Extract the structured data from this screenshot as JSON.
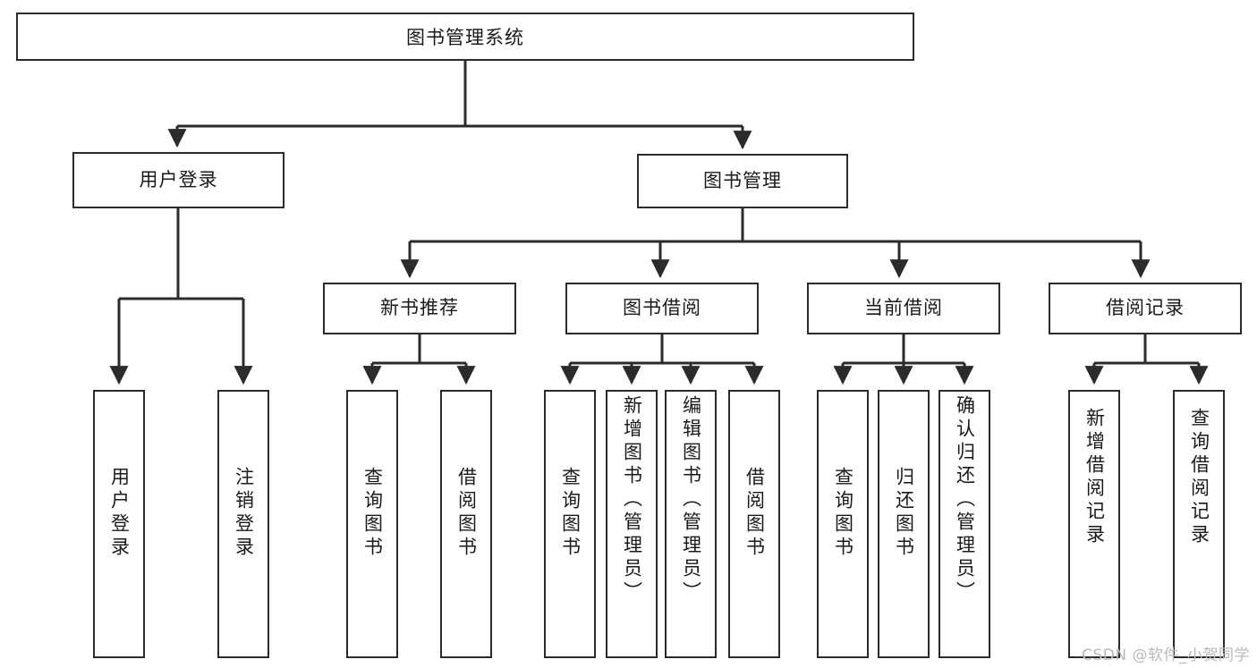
{
  "diagram": {
    "title": "图书管理系统",
    "type": "tree-hierarchy-chart",
    "watermark": "CSDN @软件_小贺同学",
    "colors": {
      "stroke": "#2b2b2b",
      "fill": "#ffffff",
      "text": "#1a1a1a",
      "watermark": "#b9b9b9"
    },
    "root": {
      "label": "图书管理系统"
    },
    "level2": [
      {
        "label": "用户登录"
      },
      {
        "label": "图书管理"
      }
    ],
    "level3": [
      {
        "label": "新书推荐"
      },
      {
        "label": "图书借阅"
      },
      {
        "label": "当前借阅"
      },
      {
        "label": "借阅记录"
      }
    ],
    "leaves": {
      "user_login": [
        {
          "label": "用户登录"
        },
        {
          "label": "注销登录"
        }
      ],
      "new_book_recommend": [
        {
          "label": "查询图书"
        },
        {
          "label": "借阅图书"
        }
      ],
      "book_borrow": [
        {
          "label": "查询图书"
        },
        {
          "label": "新增图书（管理员）"
        },
        {
          "label": "编辑图书（管理员）"
        },
        {
          "label": "借阅图书"
        }
      ],
      "current_borrow": [
        {
          "label": "查询图书"
        },
        {
          "label": "归还图书"
        },
        {
          "label": "确认归还（管理员）"
        }
      ],
      "borrow_records": [
        {
          "label": "新增借阅记录"
        },
        {
          "label": "查询借阅记录"
        }
      ]
    }
  }
}
